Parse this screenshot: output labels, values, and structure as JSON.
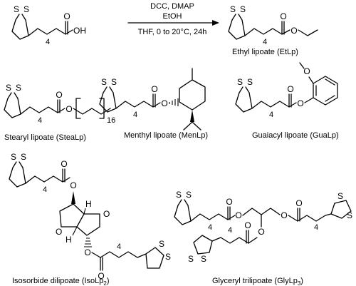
{
  "atoms": {
    "sulfur": "S",
    "oxygen": "O",
    "hydrogen": "H",
    "hydroxyl": "OH"
  },
  "chain_repeats": {
    "tetramethylene": "4",
    "hexadecyl": "16"
  },
  "reaction": {
    "reagents_top": "DCC, DMAP",
    "reagents_mid": "EtOH",
    "conditions": "THF, 0 to 20°C, 24h"
  },
  "compounds": {
    "etlp": "Ethyl lipoate (EtLp)",
    "stealp": "Stearyl lipoate (SteaLp)",
    "menlp": "Menthyl lipoate (MenLp)",
    "gualp": "Guaiacyl lipoate (GuaLp)",
    "isolp2_main": "Isosorbide dilipoate (IsoLp",
    "isolp2_sub": "2",
    "isolp2_end": ")",
    "glylp3_main": "Glyceryl trilipoate (GlyLp",
    "glylp3_sub": "3",
    "glylp3_end": ")"
  }
}
